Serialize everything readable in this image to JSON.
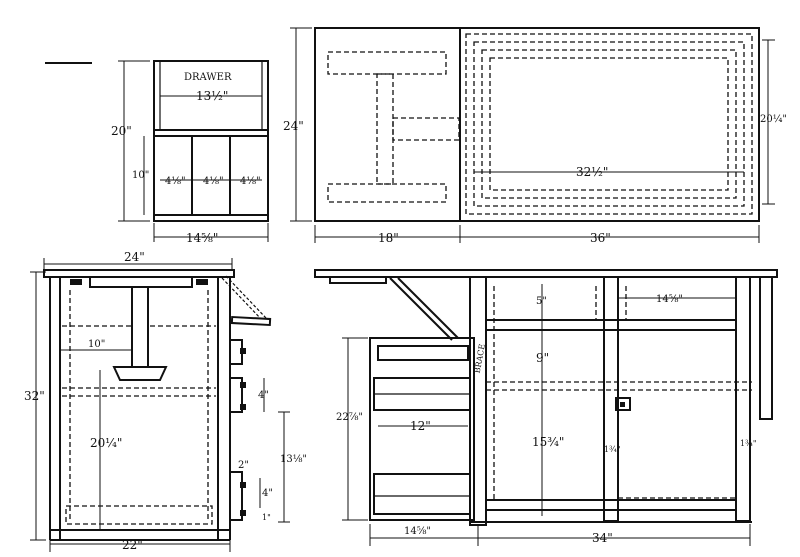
{
  "drawer_view": {
    "label": "DRAWER",
    "width_inner": "13½\"",
    "height": "20\"",
    "lower_height": "10\"",
    "compartments": [
      "4⅛\"",
      "4⅛\"",
      "4⅛\""
    ],
    "width_outer": "14⅝\""
  },
  "top_view": {
    "depth": "24\"",
    "left_width": "18\"",
    "right_width": "36\"",
    "inner_length": "32½\"",
    "right_depth": "20¼\""
  },
  "side_view": {
    "top_width": "24\"",
    "height": "32\"",
    "leg_offset": "10\"",
    "drop_height": "20¼\"",
    "bottom_width": "22\"",
    "drawer_h1": "4\"",
    "gap1": "13⅛\"",
    "drawer_h2": "2\"",
    "drawer_h3": "4\"",
    "drawer_h4": "1\""
  },
  "front_view": {
    "top_shelf": "5\"",
    "mid_space": "9\"",
    "right_width": "14⅝\"",
    "left_height": "22⅞\"",
    "drawer_width": "12\"",
    "lower_space": "15¾\"",
    "post_w1": "1¾\"",
    "post_w2": "1¾\"",
    "bottom_left": "14⅝\"",
    "bottom_right": "34\"",
    "brace_label": "BRACE"
  }
}
